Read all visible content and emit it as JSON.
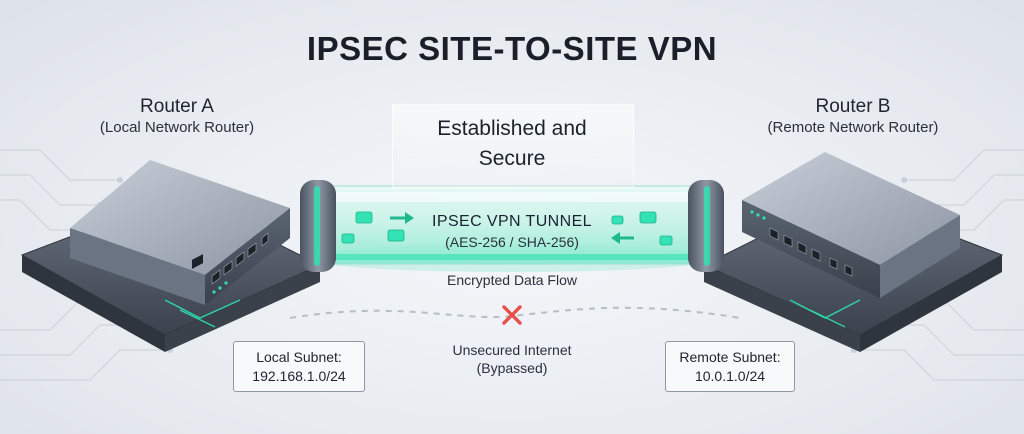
{
  "title": "IPSEC SITE-TO-SITE VPN",
  "router_a": {
    "name": "Router A",
    "subtitle": "(Local Network Router)"
  },
  "router_b": {
    "name": "Router B",
    "subtitle": "(Remote Network Router)"
  },
  "status": {
    "line1": "Established and",
    "line2": "Secure"
  },
  "tunnel": {
    "title": "IPSEC VPN TUNNEL",
    "subtitle": "(AES-256 / SHA-256)"
  },
  "flow_label": "Encrypted Data Flow",
  "internet": {
    "line1": "Unsecured Internet",
    "line2": "(Bypassed)"
  },
  "local_subnet": {
    "label": "Local Subnet:",
    "value": "192.168.1.0/24"
  },
  "remote_subnet": {
    "label": "Remote Subnet:",
    "value": "10.0.1.0/24"
  },
  "colors": {
    "accent": "#2fe0b0",
    "cross": "#e8504a",
    "router": "#5b6472"
  },
  "icons": [
    "router-icon",
    "arrow-right-icon",
    "arrow-left-icon",
    "cross-icon"
  ]
}
